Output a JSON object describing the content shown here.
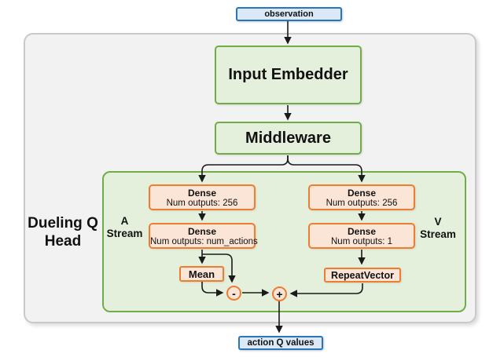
{
  "diagram": {
    "observation": {
      "label": "observation"
    },
    "input_embedder": {
      "label": "Input Embedder"
    },
    "middleware": {
      "label": "Middleware"
    },
    "dueling_head": {
      "label": "Dueling Q Head",
      "a_stream_label": "A Stream",
      "v_stream_label": "V Stream",
      "a_stream": [
        {
          "title": "Dense",
          "subtitle": "Num outputs: 256"
        },
        {
          "title": "Dense",
          "subtitle": "Num outputs: num_actions"
        }
      ],
      "v_stream": [
        {
          "title": "Dense",
          "subtitle": "Num outputs: 256"
        },
        {
          "title": "Dense",
          "subtitle": "Num outputs: 1"
        }
      ],
      "mean_label": "Mean",
      "repeat_vector_label": "RepeatVector",
      "minus_operator": "-",
      "plus_operator": "+"
    },
    "action_q_values": {
      "label": "action Q values"
    },
    "colors": {
      "blue_border": "#2e75b6",
      "blue_fill": "#dbe9f7",
      "green_border": "#70ad47",
      "green_fill": "#e5f0dc",
      "orange_border": "#ed7d31",
      "orange_fill": "#fbe5d7",
      "container_fill": "#f2f2f2",
      "container_border": "#c9c9c9",
      "arrow": "#1a1a1a"
    }
  }
}
